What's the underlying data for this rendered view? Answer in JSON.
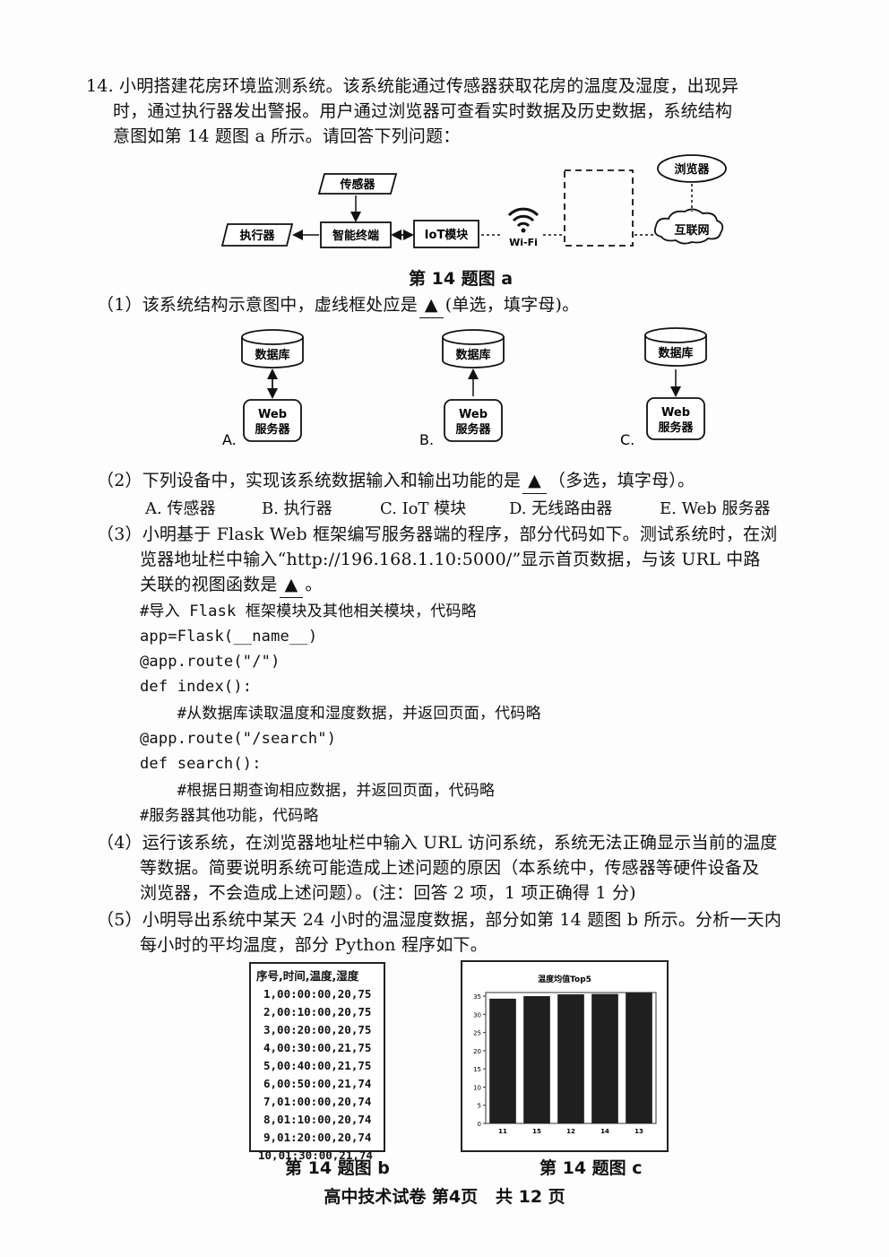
{
  "question": {
    "lines": [
      "14. 小明搭建花房环境监测系统。该系统能通过传感器获取花房的温度及湿度，出现异",
      "时，通过执行器发出警报。用户通过浏览器可查看实时数据及历史数据，系统结构",
      "意图如第 14 题图 a 所示。请回答下列问题："
    ]
  },
  "fig_a": {
    "sensor": "传感器",
    "actuator": "执行器",
    "terminal": "智能终端",
    "iot": "IoT模块",
    "wifi": "Wi-Fi",
    "browser": "浏览器",
    "internet": "互联网",
    "caption": "第 14 题图 a"
  },
  "q1": {
    "text_before": "（1）该系统结构示意图中，虚线框处应是",
    "blank": "▲",
    "text_after": "(单选，填字母)。",
    "options": [
      {
        "letter": "A.",
        "db": "数据库",
        "web1": "Web",
        "web2": "服务器"
      },
      {
        "letter": "B.",
        "db": "数据库",
        "web1": "Web",
        "web2": "服务器"
      },
      {
        "letter": "C.",
        "db": "数据库",
        "web1": "Web",
        "web2": "服务器"
      }
    ]
  },
  "q2": {
    "text_before": "（2）下列设备中，实现该系统数据输入和输出功能的是",
    "blank": "▲",
    "text_after": "（多选，填字母）。",
    "choices": [
      "A. 传感器",
      "B. 执行器",
      "C. IoT 模块",
      "D. 无线路由器",
      "E. Web 服务器"
    ]
  },
  "q3": {
    "lines": [
      "（3）小明基于 Flask Web 框架编写服务器端的程序，部分代码如下。测试系统时，在浏",
      "览器地址栏中输入“http://196.168.1.10:5000/”显示首页数据，与该 URL 中路",
      "关联的视图函数是"
    ],
    "blank": "▲",
    "end": "。",
    "code": [
      "#导入 Flask 框架模块及其他相关模块，代码略",
      "app=Flask(__name__)",
      "@app.route(\"/\")",
      "def index():",
      "    #从数据库读取温度和湿度数据，并返回页面，代码略",
      "@app.route(\"/search\")",
      "def search():",
      "    #根据日期查询相应数据，并返回页面，代码略",
      "#服务器其他功能，代码略"
    ]
  },
  "q4": {
    "lines": [
      "（4）运行该系统，在浏览器地址栏中输入 URL 访问系统，系统无法正确显示当前的温度",
      "等数据。简要说明系统可能造成上述问题的原因（本系统中，传感器等硬件设备及",
      "浏览器，不会造成上述问题）。(注：回答 2 项，1 项正确得 1 分)"
    ]
  },
  "q5": {
    "lines": [
      "（5）小明导出系统中某天 24 小时的温湿度数据，部分如第 14 题图 b 所示。分析一天内",
      "每小时的平均温度，部分 Python 程序如下。"
    ]
  },
  "fig_b": {
    "header": "序号,时间,温度,湿度",
    "rows": [
      "1,00:00:00,20,75",
      "2,00:10:00,20,75",
      "3,00:20:00,20,75",
      "4,00:30:00,21,75",
      "5,00:40:00,21,75",
      "6,00:50:00,21,74",
      "7,01:00:00,20,74",
      "8,01:10:00,20,74",
      "9,01:20:00,20,74",
      "10,01:30:00,21,74"
    ],
    "caption": "第 14 题图 b"
  },
  "chart_data": {
    "type": "bar",
    "title": "温度均值Top5",
    "categories": [
      "11",
      "15",
      "12",
      "14",
      "13"
    ],
    "values": [
      34.3,
      35.0,
      35.5,
      35.6,
      35.9
    ],
    "ylim": [
      0,
      36
    ],
    "yticks": [
      0,
      5,
      10,
      15,
      20,
      25,
      30,
      35
    ],
    "bar_color": "#1f1f1f",
    "grid": false
  },
  "fig_c": {
    "caption": "第 14 题图 c"
  },
  "footer": "高中技术试卷 第4页   共 12 页"
}
